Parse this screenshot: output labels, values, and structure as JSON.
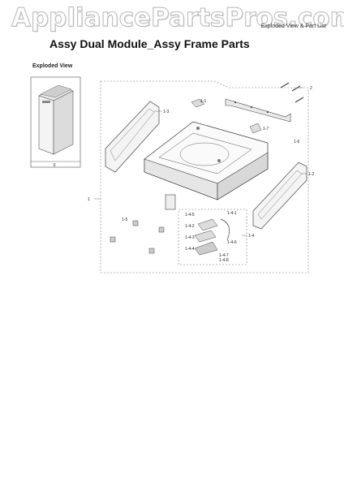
{
  "watermark": "AppliancePartsPros.com",
  "header_tag": "Exploded View & Part List",
  "title": "Assy Dual Module_Assy Frame Parts",
  "section": "Exploded View",
  "thumb_label": "0",
  "callouts": {
    "c1": "1",
    "c2": "2",
    "c11": "1-1",
    "c12": "1-2",
    "c13": "1-3",
    "c14": "1-4",
    "c141": "1-4-1",
    "c142": "1-4-2",
    "c143": "1-4-3",
    "c144": "1-4-4",
    "c145": "1-4-5",
    "c146": "1-4-6",
    "c147": "1-4-7",
    "c148": "1-4-8",
    "c15": "1-5",
    "c16": "1-6",
    "c17": "1-7"
  }
}
